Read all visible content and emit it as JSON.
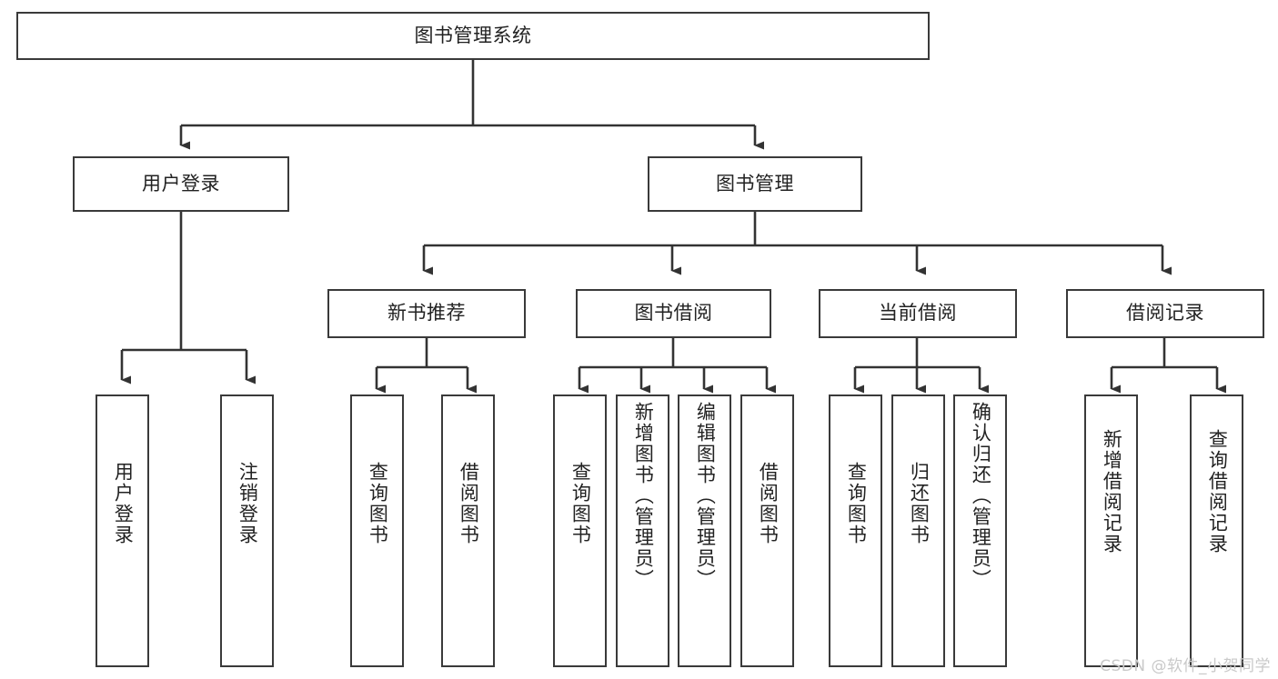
{
  "diagram": {
    "title": "图书管理系统",
    "type": "hierarchy-tree",
    "watermark": "CSDN @软件_小贺同学",
    "colors": {
      "border": "#3a3a3a",
      "fill": "#ffffff",
      "text": "#222222",
      "connector": "#333333",
      "watermark": "#c9c9c9"
    },
    "root": {
      "label": "图书管理系统"
    },
    "level1": [
      {
        "label": "用户登录"
      },
      {
        "label": "图书管理"
      }
    ],
    "level2": [
      {
        "label": "新书推荐"
      },
      {
        "label": "图书借阅"
      },
      {
        "label": "当前借阅"
      },
      {
        "label": "借阅记录"
      }
    ],
    "leaves": {
      "user_login": [
        {
          "label": "用户登录"
        },
        {
          "label": "注销登录"
        }
      ],
      "new_book_recommend": [
        {
          "label": "查询图书"
        },
        {
          "label": "借阅图书"
        }
      ],
      "book_borrow": [
        {
          "label": "查询图书"
        },
        {
          "label": "新增图书（管理员）"
        },
        {
          "label": "编辑图书（管理员）"
        },
        {
          "label": "借阅图书"
        }
      ],
      "current_borrow": [
        {
          "label": "查询图书"
        },
        {
          "label": "归还图书"
        },
        {
          "label": "确认归还（管理员）"
        }
      ],
      "borrow_records": [
        {
          "label": "新增借阅记录"
        },
        {
          "label": "查询借阅记录"
        }
      ]
    }
  }
}
